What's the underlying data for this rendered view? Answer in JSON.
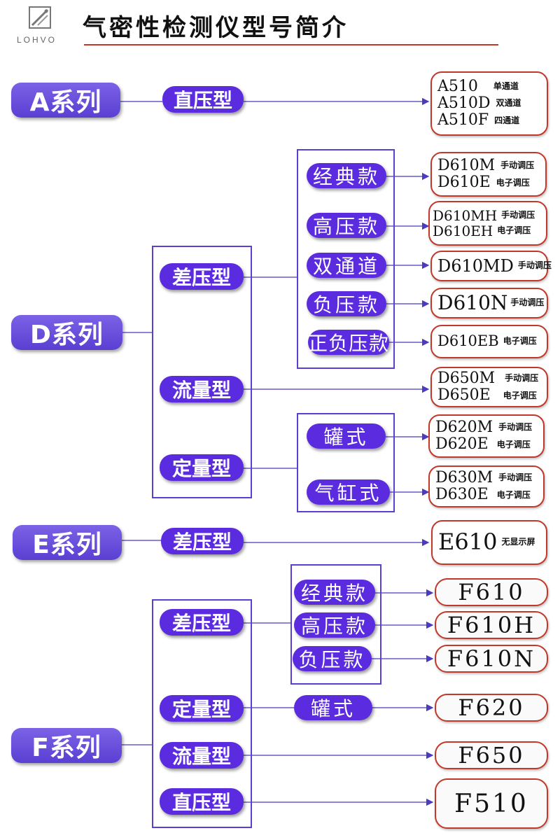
{
  "header": {
    "brand": "LOHVO",
    "title": "气密性检测仪型号简介"
  },
  "colors": {
    "accent": "#5b2be0",
    "series_bg": "#6a4fdc",
    "model_border": "#c0392b",
    "connector": "#4b3bbf"
  },
  "icons": {
    "logo": "lohvo-logo-icon"
  },
  "series": {
    "a": "A系列",
    "d": "D系列",
    "e": "E系列",
    "f": "F系列"
  },
  "types": {
    "a_direct": "直压型",
    "d_diff": "差压型",
    "d_flow": "流量型",
    "d_quant": "定量型",
    "e_diff": "差压型",
    "f_diff": "差压型",
    "f_quant": "定量型",
    "f_flow": "流量型",
    "f_direct": "直压型"
  },
  "subs": {
    "d_classic": "经典款",
    "d_high": "高压款",
    "d_dual": "双通道",
    "d_neg": "负压款",
    "d_posneg": "正负压款",
    "d_tank": "罐式",
    "d_cyl": "气缸式",
    "f_classic": "经典款",
    "f_high": "高压款",
    "f_neg": "负压款",
    "f_tank": "罐式"
  },
  "models": {
    "a510": [
      {
        "code": "A510",
        "note": "单通道"
      },
      {
        "code": "A510D",
        "note": "双通道"
      },
      {
        "code": "A510F",
        "note": "四通道"
      }
    ],
    "d610": [
      {
        "code": "D610M",
        "note": "手动调压"
      },
      {
        "code": "D610E",
        "note": "电子调压"
      }
    ],
    "d610h": [
      {
        "code": "D610MH",
        "note": "手动调压"
      },
      {
        "code": "D610EH",
        "note": "电子调压"
      }
    ],
    "d610md": [
      {
        "code": "D610MD",
        "note": "手动调压"
      }
    ],
    "d610n": [
      {
        "code": "D610N",
        "note": "手动调压"
      }
    ],
    "d610eb": [
      {
        "code": "D610EB",
        "note": "电子调压"
      }
    ],
    "d650": [
      {
        "code": "D650M",
        "note": "手动调压"
      },
      {
        "code": "D650E",
        "note": "电子调压"
      }
    ],
    "d620": [
      {
        "code": "D620M",
        "note": "手动调压"
      },
      {
        "code": "D620E",
        "note": "电子调压"
      }
    ],
    "d630": [
      {
        "code": "D630M",
        "note": "手动调压"
      },
      {
        "code": "D630E",
        "note": "电子调压"
      }
    ],
    "e610": [
      {
        "code": "E610",
        "note": "无显示屏"
      }
    ],
    "f610": "F610",
    "f610h": "F610H",
    "f610n": "F610N",
    "f620": "F620",
    "f650": "F650",
    "f510": "F510"
  }
}
